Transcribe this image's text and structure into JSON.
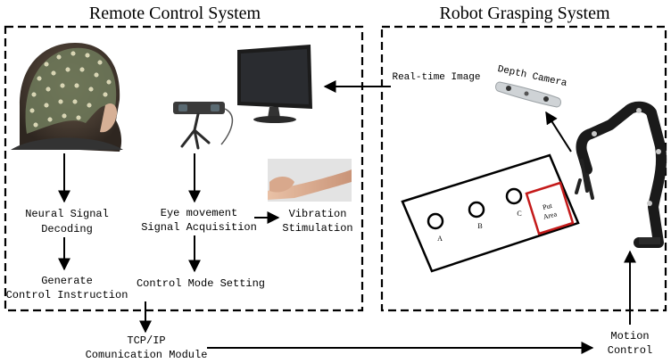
{
  "remote_system": {
    "title": "Remote Control System",
    "neural_signal": [
      "Neural Signal",
      "Decoding"
    ],
    "generate_instruction": [
      "Generate",
      "Control Instruction"
    ],
    "eye_movement": [
      "Eye movement",
      "Signal Acquisition"
    ],
    "vibration": [
      "Vibration",
      "Stimulation"
    ],
    "control_mode": "Control Mode Setting",
    "images": [
      "eeg-cap-head",
      "eye-tracker",
      "monitor",
      "arm-vibration-photo"
    ]
  },
  "robot_system": {
    "title": "Robot Grasping System",
    "realtime_image": "Real-time Image",
    "depth_camera": "Depth Camera",
    "targets": [
      "A",
      "B",
      "C"
    ],
    "put_area": [
      "Put",
      "Area"
    ],
    "images": [
      "depth-camera",
      "robot-arm"
    ]
  },
  "bottom": {
    "tcp_ip": [
      "TCP/IP",
      "Comunication Module"
    ],
    "motion_control": [
      "Motion",
      "Control"
    ]
  },
  "colors": {
    "line": "#000000",
    "put_area": "#c41a1a",
    "background": "#ffffff"
  }
}
